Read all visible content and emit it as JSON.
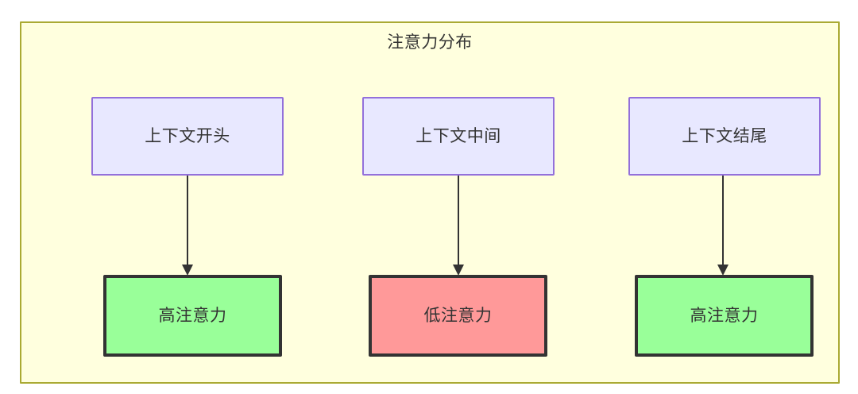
{
  "diagram": {
    "title": "注意力分布",
    "container_fill": "#ffffde",
    "container_stroke": "#aaaa33",
    "columns": [
      {
        "context": {
          "label": "上下文开头",
          "fill": "#e8e8ff",
          "stroke": "#9370db"
        },
        "attention": {
          "label": "高注意力",
          "fill": "#99ff99",
          "stroke": "#333333",
          "level": "high"
        },
        "arrow": {
          "name": "arrow-context-start-to-high-attention",
          "direction": "down",
          "color": "#333333"
        }
      },
      {
        "context": {
          "label": "上下文中间",
          "fill": "#e8e8ff",
          "stroke": "#9370db"
        },
        "attention": {
          "label": "低注意力",
          "fill": "#ff9999",
          "stroke": "#333333",
          "level": "low"
        },
        "arrow": {
          "name": "arrow-context-middle-to-low-attention",
          "direction": "down",
          "color": "#333333"
        }
      },
      {
        "context": {
          "label": "上下文结尾",
          "fill": "#e8e8ff",
          "stroke": "#9370db"
        },
        "attention": {
          "label": "高注意力",
          "fill": "#99ff99",
          "stroke": "#333333",
          "level": "high"
        },
        "arrow": {
          "name": "arrow-context-end-to-high-attention",
          "direction": "down",
          "color": "#333333"
        }
      }
    ]
  }
}
